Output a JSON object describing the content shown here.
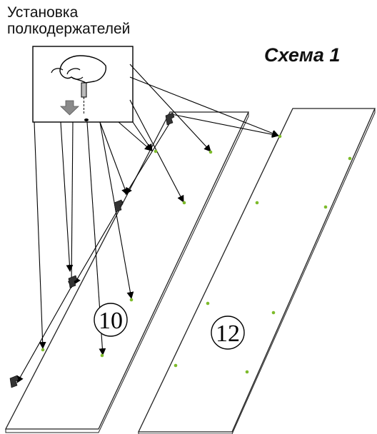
{
  "title_lines": [
    "Установка",
    "полкодержателей"
  ],
  "scheme_label": "Схема 1",
  "parts": [
    {
      "number": "10"
    },
    {
      "number": "12"
    }
  ],
  "colors": {
    "hole": "#7dbb2b",
    "line": "#000000"
  },
  "icons": {
    "inset": "hand-inserting-shelf-pin-icon",
    "down_arrow": "down-arrow-icon",
    "holder": "shelf-holder-icon"
  }
}
